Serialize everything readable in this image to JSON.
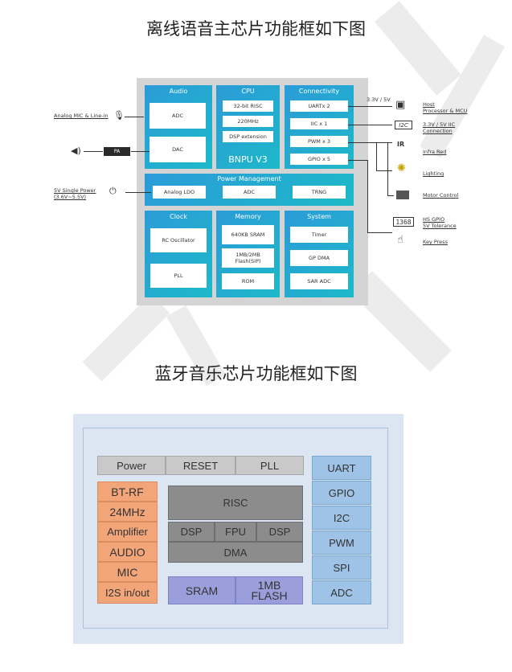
{
  "headings": {
    "offline_title": "离线语音主芯片功能框如下图",
    "bt_title": "蓝牙音乐芯片功能框如下图"
  },
  "diagram1": {
    "audio": {
      "title": "Audio",
      "adc": "ADC",
      "dac": "DAC"
    },
    "cpu": {
      "title": "CPU",
      "risc": "32-bit RISC",
      "freq": "220MHz",
      "dsp": "DSP extension",
      "bnpu": "BNPU V3"
    },
    "connectivity": {
      "title": "Connectivity",
      "uart": "UARTx 2",
      "iic": "IIC x 1",
      "pwm": "PWM x 3",
      "gpio": "GPIO x 5"
    },
    "power": {
      "title": "Power Management",
      "ldo": "Analog LDO",
      "adc": "ADC",
      "trng": "TRNG"
    },
    "clock": {
      "title": "Clock",
      "rc": "RC Oscillator",
      "pll": "PLL"
    },
    "memory": {
      "title": "Memory",
      "sram": "640KB SRAM",
      "flash": "1MB/2MB Flash(SIP)",
      "rom": "ROM"
    },
    "system": {
      "title": "System",
      "timer": "Timer",
      "dma": "GP DMA",
      "sar": "SAR ADC"
    },
    "left": {
      "mic": "Analog MIC & Line-in",
      "pa": "PA",
      "power1": "5V Single Power",
      "power2": "(3.6V~5.5V)"
    },
    "right": {
      "voltage": "3.3V / 5V",
      "host1": "Host",
      "host2": "Processor & MCU",
      "i2c_icon": "I2C",
      "iic1": "3.3V / 5V IIC",
      "iic2": "Connection",
      "ir_icon": "IR",
      "ir": "Infra Red",
      "lighting": "Lighting",
      "motor": "Motor Control",
      "gpio_icon": "1368",
      "gpio1": "HS GPIO",
      "gpio2": "5V Tolerance",
      "key": "Key Press"
    }
  },
  "diagram2": {
    "top": {
      "power": "Power",
      "reset": "RESET",
      "pll": "PLL"
    },
    "left": [
      "BT-RF",
      "24MHz",
      "Amplifier",
      "AUDIO",
      "MIC",
      "I2S in/out"
    ],
    "core": {
      "risc": "RISC",
      "dsp1": "DSP",
      "fpu": "FPU",
      "dsp2": "DSP",
      "dma": "DMA"
    },
    "memory": {
      "sram": "SRAM",
      "flash1": "1MB",
      "flash2": "FLASH"
    },
    "right": [
      "UART",
      "GPIO",
      "I2C",
      "PWM",
      "SPI",
      "ADC"
    ]
  }
}
